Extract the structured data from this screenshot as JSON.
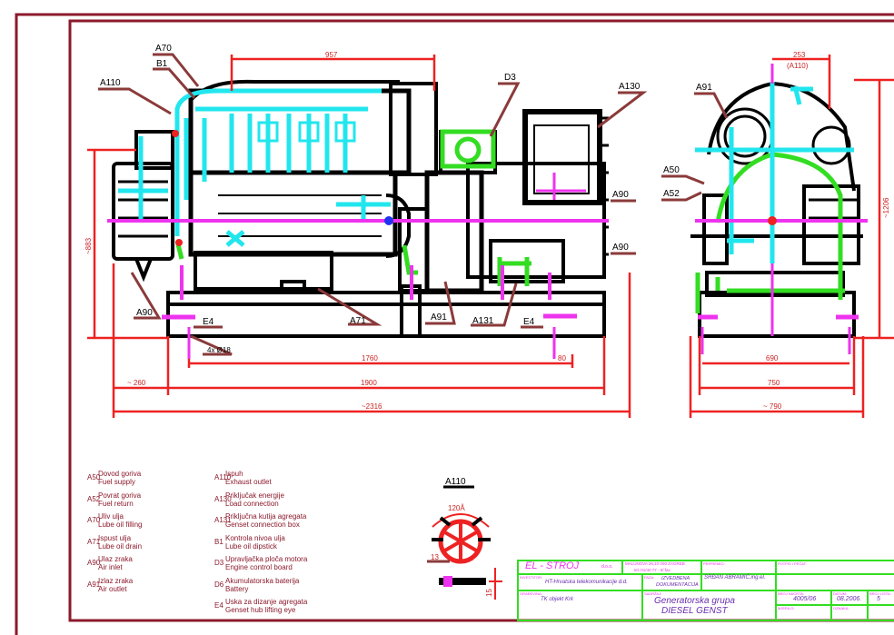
{
  "labels": {
    "a70": "A70",
    "b1": "B1",
    "a110": "A110",
    "d3": "D3",
    "a130": "A130",
    "a91": "A91",
    "a50": "A50",
    "a52": "A52",
    "a90": "A90",
    "e4": "E4",
    "a71": "A71",
    "a131": "A131",
    "a110_detail": "A110"
  },
  "dimensions": {
    "d957": "957",
    "d253": "253",
    "d253b": "(A110)",
    "d883": "~883",
    "d1206": "~1206",
    "d4x": "4x Ø18",
    "d1760": "1760",
    "d80": "80",
    "d690": "690",
    "d260": "~ 260",
    "d1900": "1900",
    "d750": "750",
    "d2316": "~2316",
    "d790": "~ 790",
    "d120": "120Å",
    "d13": "13",
    "d15": "15"
  },
  "legend_left": [
    {
      "code": "A50",
      "line1": "Dovod goriva",
      "line2": "Fuel supply"
    },
    {
      "code": "A52",
      "line1": "Povrat goriva",
      "line2": "Fuel return"
    },
    {
      "code": "A70",
      "line1": "Uliv ulja",
      "line2": "Lube oil filling"
    },
    {
      "code": "A71",
      "line1": "Ispust ulja",
      "line2": "Lube oil drain"
    },
    {
      "code": "A90",
      "line1": "Ulaz zraka",
      "line2": "Air inlet"
    },
    {
      "code": "A91",
      "line1": "Izlaz zraka",
      "line2": "Air outlet"
    }
  ],
  "legend_right": [
    {
      "code": "A110",
      "line1": "Ispuh",
      "line2": "Exhaust outlet"
    },
    {
      "code": "A130",
      "line1": "Priključak energije",
      "line2": "Load connection"
    },
    {
      "code": "A131",
      "line1": "Priključna kutija agregata",
      "line2": "Genset connection box"
    },
    {
      "code": "B1",
      "line1": "Kontrola nivoa ulja",
      "line2": "Lube oil dipstick"
    },
    {
      "code": "D3",
      "line1": "Upravljačka ploča motora",
      "line2": "Engine control board"
    },
    {
      "code": "D6",
      "line1": "Akumulatorska baterija",
      "line2": "Battery"
    },
    {
      "code": "E4",
      "line1": "Uska za dizanje agregata",
      "line2": "Genset hub lifting eye"
    }
  ],
  "title_block": {
    "company": "EL - STROJ",
    "company_suffix": "d.o.o.",
    "address1": "MALUNOVA 26,10 000 ZAGREB",
    "address2": "tel.:01/40 77 - 0/ fax",
    "prepared": "PRIPREMIO:",
    "approved": "POTPIS I PEČAT:",
    "investor_lbl": "INVESTITOR:",
    "investor": "HT-Hrvatska telekomunikacije d.d.",
    "faza_lbl": "FAZA:",
    "faza1": "IZVEDBENA",
    "faza2": "DOKUMENTACIJA",
    "engineer": "SRĐAN ABRAMIĆ,ing.el.",
    "gradevina_lbl": "GRAĐEVINA:",
    "gradevina": "TK objekt Krk",
    "sadrzaj_lbl": "SADRŽAJ:",
    "title1": "Generatorska grupa",
    "title2": "DIESEL GENST",
    "broj_lbl": "BROJ NACRTA:",
    "broj": "4005/06",
    "datum_lbl": "DATUM:",
    "datum": "08.2006.",
    "list_lbl": "BROJ LISTA:",
    "list": "5",
    "mjerilo_lbl": "MJERILO:",
    "oznaka_lbl": "OZNAKA:"
  },
  "colors": {
    "frame": "#8b1a2b",
    "outline": "#000000",
    "dimension": "#ee2222",
    "cyan": "#22e6ee",
    "magenta": "#ee33ee",
    "green": "#33dd22",
    "leader": "#8b3a3a",
    "titletext": "#6a2db0"
  }
}
